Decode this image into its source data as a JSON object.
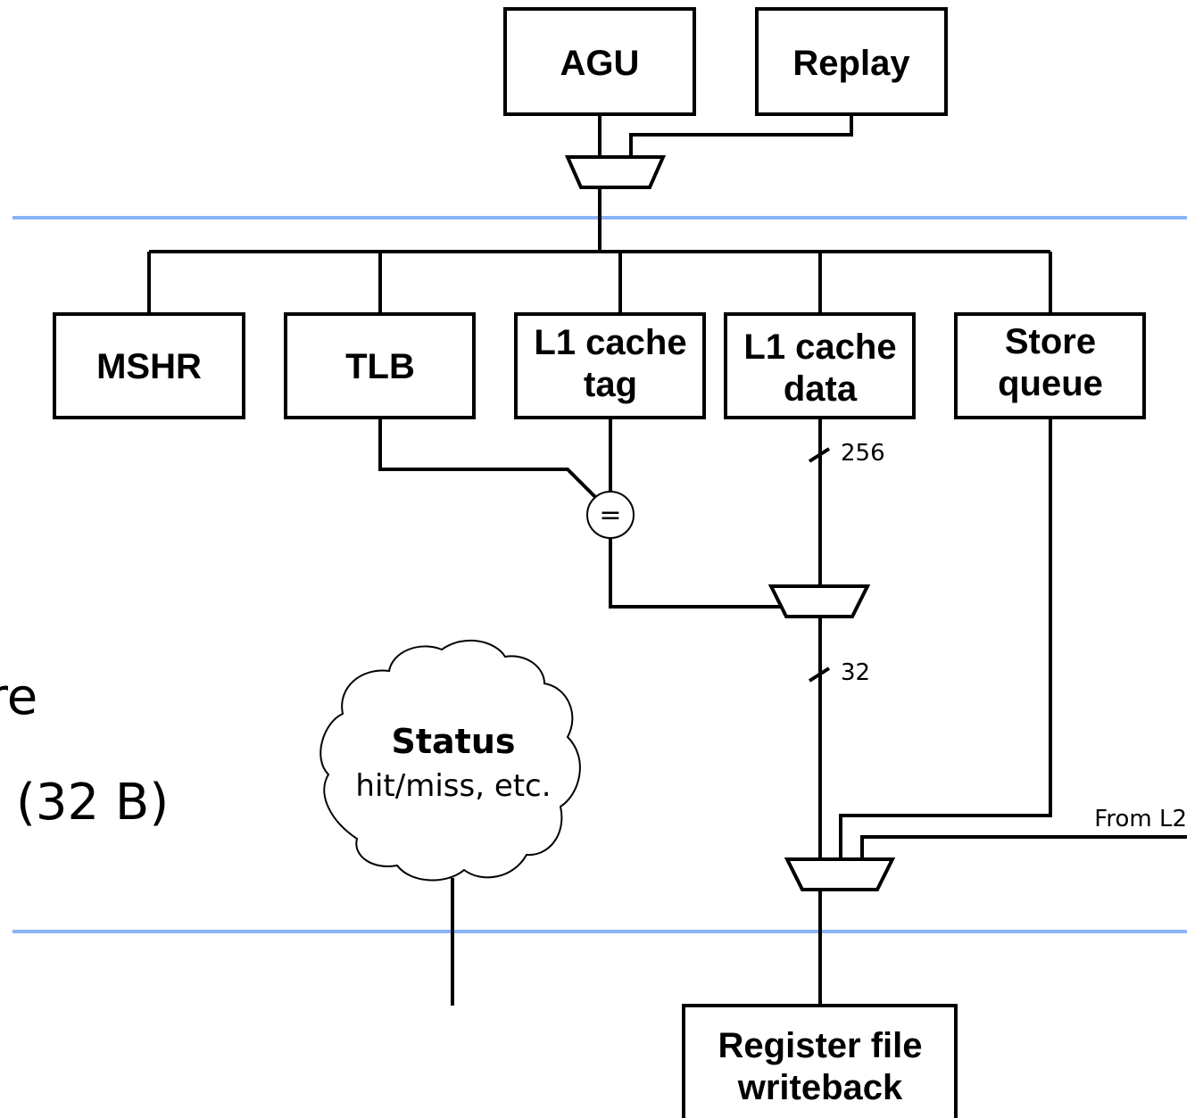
{
  "blocks": {
    "agu": "AGU",
    "replay": "Replay",
    "mshr": "MSHR",
    "tlb": "TLB",
    "l1_tag": [
      "L1 cache",
      "tag"
    ],
    "l1_data": [
      "L1 cache",
      "data"
    ],
    "store_queue": [
      "Store",
      "queue"
    ],
    "regfile": [
      "Register file",
      "writeback"
    ]
  },
  "comparator_symbol": "=",
  "bus_widths": {
    "cache_data": "256",
    "mux_out": "32"
  },
  "from_l2_label": "From L2",
  "status_cloud": {
    "title": "Status",
    "subtitle": "hit/miss, etc."
  },
  "left_cutoff_text": [
    "re",
    "(32 B)"
  ],
  "colors": {
    "stage_line": "#8ab4f8",
    "stroke": "#000000"
  }
}
